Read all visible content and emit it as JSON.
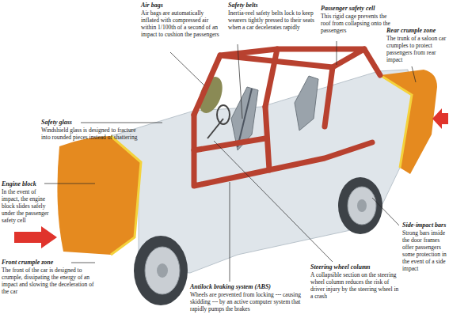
{
  "diagram": {
    "labels": [
      "Air bags",
      "Air bags are automatically inflated with compressed air within 1/100th of a second of an impact to cushion the passengers",
      "Safety belts",
      "Inertia-reel safety belts lock to keep wearers tightly pressed to their seats when a car decelerates rapidly",
      "Passenger safety cell",
      "This rigid cage prevents the roof from collapsing onto the passengers",
      "Rear crumple zone",
      "The trunk of a saloon car crumples to protect passengers from rear impact",
      "Safety glass",
      "Windshield glass is designed to fracture into rounded pieces instead of shattering",
      "Engine block",
      "In the event of impact, the engine block slides safely under the passenger safety cell",
      "Front crumple zone",
      "The front of the car is designed to crumple, dissipating the energy of an impact and slowing the deceleration of the car",
      "Antilock braking system (ABS)",
      "Wheels are prevented from locking --- causing skidding --- by an active computer system that rapidly pumps the brakes",
      "Steering wheel column",
      "A collapsible section on the steering wheel column reduces the risk of driver injury by the steering wheel in a crash",
      "Side-impact bars",
      "Strong bars inside the door frames offer passengers some protection in the event of a side impact"
    ]
  }
}
